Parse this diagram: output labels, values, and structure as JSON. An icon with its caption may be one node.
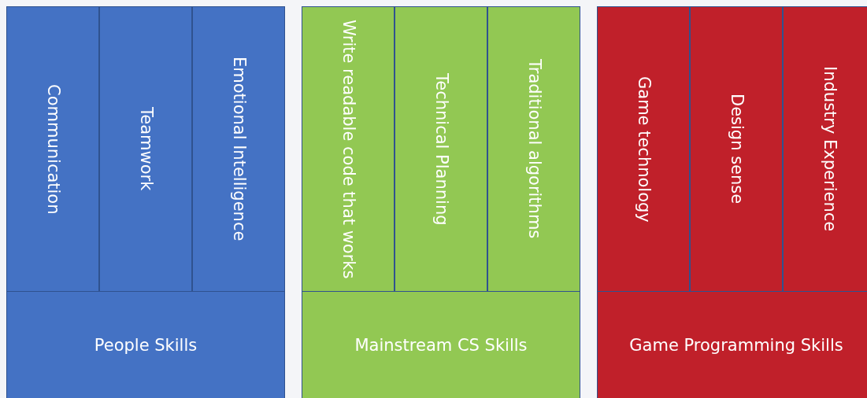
{
  "diagram": {
    "nodes": [
      {
        "text": [
          "Communication"
        ]
      },
      {
        "text": [
          "Teamwork"
        ]
      },
      {
        "text": [
          "Emotional Intelligence"
        ]
      },
      {
        "text": [
          "People Skills"
        ]
      },
      {
        "text": [
          "Write readable code that works"
        ]
      },
      {
        "text": [
          "Technical Planning"
        ]
      },
      {
        "text": [
          "Traditional algorithms"
        ]
      },
      {
        "text": [
          "Mainstream CS Skills"
        ]
      },
      {
        "text": [
          "Game technology"
        ]
      },
      {
        "text": [
          "Design sense"
        ]
      },
      {
        "text": [
          "Industry Experience"
        ]
      },
      {
        "text": [
          "Game Programming Skills"
        ]
      }
    ]
  }
}
